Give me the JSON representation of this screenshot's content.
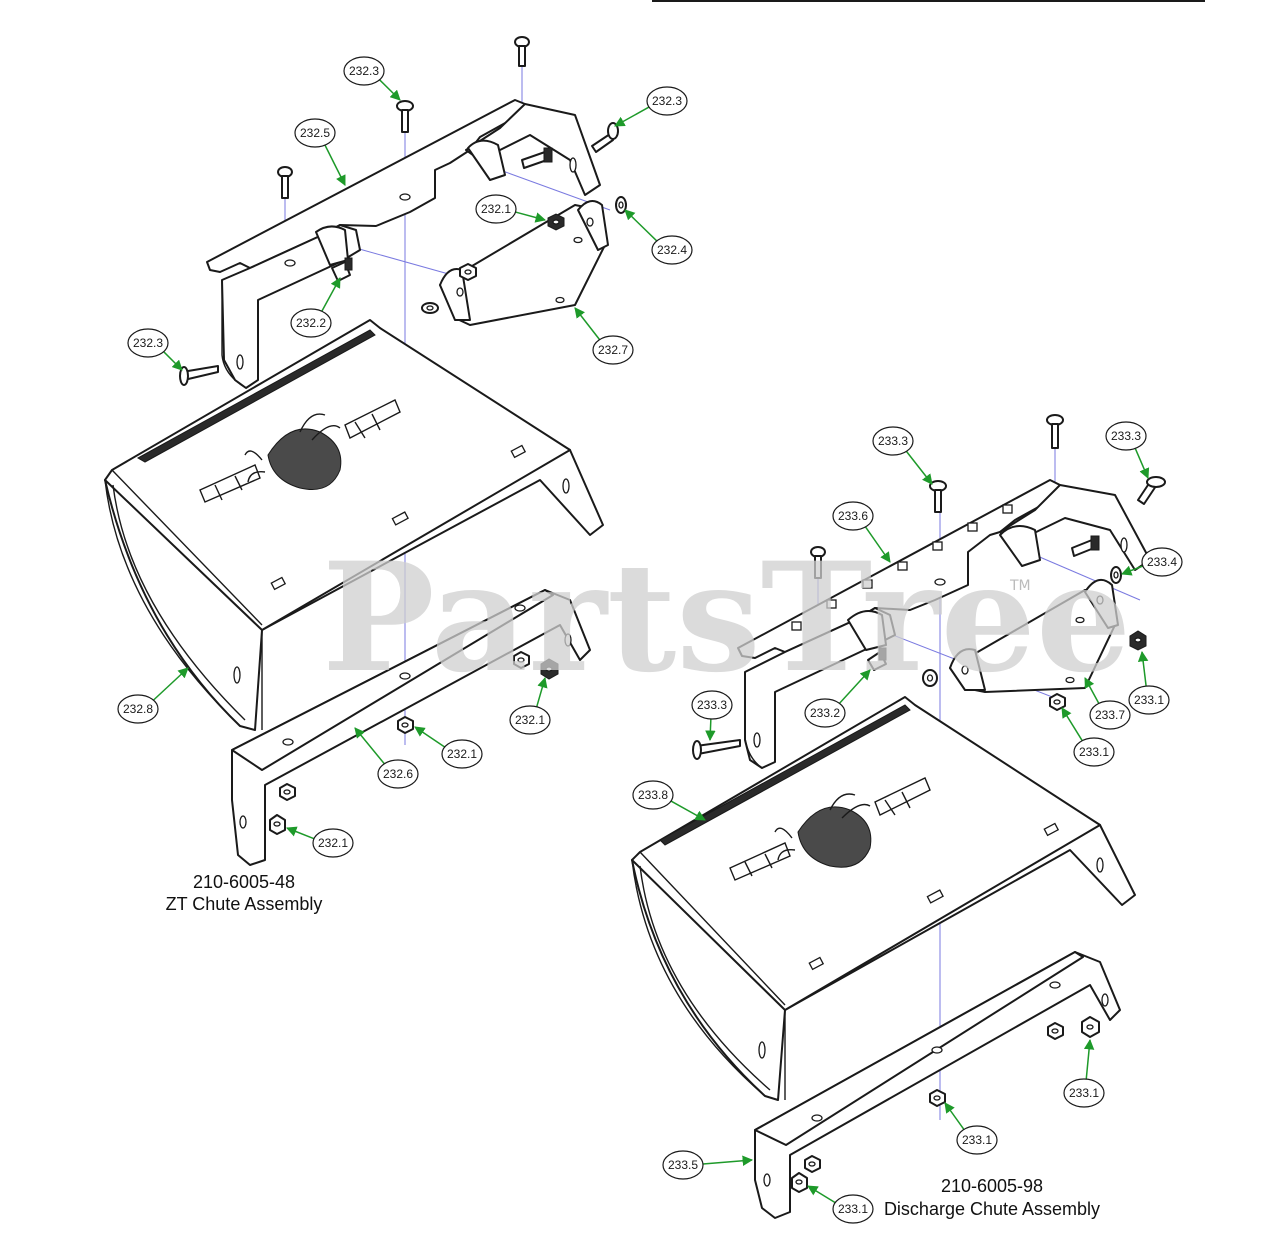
{
  "watermark": {
    "text": "PartsTree",
    "mark": "TM"
  },
  "assemblies": [
    {
      "part_number": "210-6005-48",
      "name": "ZT Chute Assembly"
    },
    {
      "part_number": "210-6005-98",
      "name": "Discharge Chute Assembly"
    }
  ],
  "callouts": [
    "232.3",
    "232.3",
    "232.5",
    "232.1",
    "232.4",
    "232.2",
    "232.7",
    "232.3",
    "232.8",
    "232.6",
    "232.1",
    "232.1",
    "232.1",
    "233.3",
    "233.3",
    "233.6",
    "233.4",
    "233.2",
    "233.7",
    "233.1",
    "233.3",
    "233.1",
    "233.8",
    "233.1",
    "233.1",
    "233.5",
    "233.1"
  ],
  "colors": {
    "leader": "#1e9a2a",
    "axis": "#7a7ae0",
    "line": "#1a1a1a",
    "watermark": "#cfcfcf"
  }
}
